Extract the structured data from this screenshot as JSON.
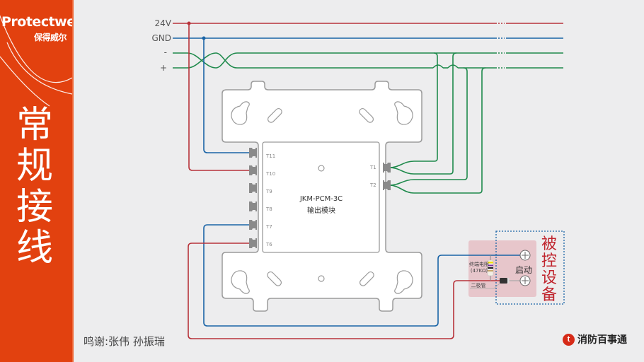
{
  "sidebar": {
    "brand_en": "Protectwell",
    "brand_cn": "保得威尔",
    "title_chars": [
      "常",
      "规",
      "接",
      "线"
    ],
    "color": "#e2410f"
  },
  "rails": {
    "power": "24V",
    "ground": "GND",
    "bus_minus": "-",
    "bus_plus": "+",
    "colors": {
      "power": "#b8333a",
      "ground": "#1a64a6",
      "bus": "#1f8a4c"
    }
  },
  "module": {
    "model": "JKM-PCM-3C",
    "name": "输出模块",
    "left_terminals": [
      "T11",
      "T10",
      "T9",
      "T8",
      "T7",
      "T6"
    ],
    "right_terminals": [
      "T1",
      "T2"
    ]
  },
  "device": {
    "title_chars": [
      "被",
      "控",
      "设",
      "备"
    ],
    "start_label": "启动",
    "resistor_label": "终端电阻",
    "resistor_value": "(47KΩ)",
    "diode_label": "二极管"
  },
  "footer": {
    "credit": "鸣谢:张伟  孙振瑞",
    "logo_text": "消防百事通",
    "logo_icon": "fire-brand-icon"
  }
}
